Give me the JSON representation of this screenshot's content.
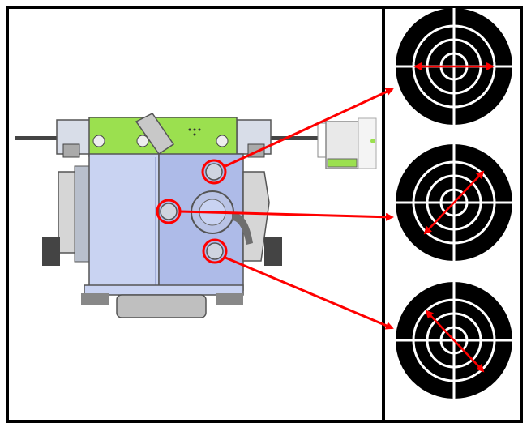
{
  "colors": {
    "frame": "#000000",
    "callout": "#ff0000",
    "mount_body": "#c9d3f2",
    "mount_body_dark": "#aebbe8",
    "mount_plate": "#9be04f",
    "mount_base": "#bfbfbf",
    "target_dark": "#000000",
    "target_light": "#ffffff"
  },
  "icons": {
    "screws": [
      "screw-top-icon",
      "screw-middle-icon",
      "screw-bottom-icon"
    ],
    "targets": [
      "reticle-horizontal-icon",
      "reticle-diagonal-up-icon",
      "reticle-diagonal-down-icon"
    ]
  },
  "callouts": [
    {
      "from": "screw-top",
      "to": "reticle-horizontal",
      "adjust_direction": "horizontal"
    },
    {
      "from": "screw-middle",
      "to": "reticle-diagonal-up",
      "adjust_direction": "diagonal-up"
    },
    {
      "from": "screw-bottom",
      "to": "reticle-diagonal-down",
      "adjust_direction": "diagonal-down"
    }
  ]
}
